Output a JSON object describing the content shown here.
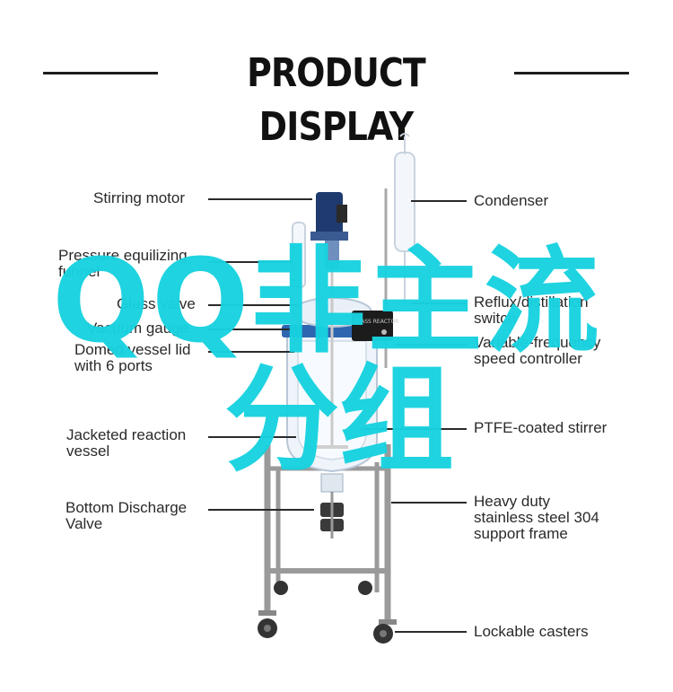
{
  "title": "PRODUCT DISPLAY",
  "labels_left": [
    {
      "id": "stirring-motor",
      "lines": [
        "Stirring motor"
      ]
    },
    {
      "id": "pressure-funnel",
      "lines": [
        "Pressure equilizing",
        "funnel"
      ]
    },
    {
      "id": "glass-valve",
      "lines": [
        "Glass valve"
      ]
    },
    {
      "id": "vacuum-gauge",
      "lines": [
        "Vacuum gauge"
      ]
    },
    {
      "id": "domed-vessel",
      "lines": [
        "Domed vessel lid",
        "with 6 ports"
      ]
    },
    {
      "id": "jacketed-vessel",
      "lines": [
        "Jacketed reaction",
        "vessel"
      ]
    },
    {
      "id": "bottom-valve",
      "lines": [
        "Bottom Discharge",
        "Valve"
      ]
    }
  ],
  "labels_right": [
    {
      "id": "condenser",
      "lines": [
        "Condenser"
      ]
    },
    {
      "id": "reflux-switch",
      "lines": [
        "Reflux/distillation",
        "switch"
      ]
    },
    {
      "id": "speed-controller",
      "lines": [
        "Variable-frequency",
        "speed controller"
      ]
    },
    {
      "id": "ptfe-stirrer",
      "lines": [
        "PTFE-coated stirrer"
      ]
    },
    {
      "id": "support-frame",
      "lines": [
        "Heavy duty",
        "stainless steel 304",
        "support frame"
      ]
    },
    {
      "id": "casters",
      "lines": [
        "Lockable casters"
      ]
    }
  ],
  "watermark": {
    "line1": "QQ非主流",
    "line2": "分组"
  },
  "controller_text": "GLASS REACTOR",
  "colors": {
    "watermark": "#18d2e0",
    "text": "#2a2a2a",
    "frame": "#9a9a9a",
    "motor": "#1e3a6e"
  }
}
